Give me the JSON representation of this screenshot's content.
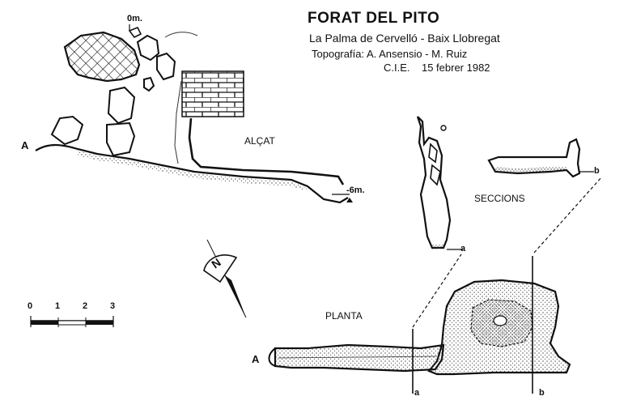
{
  "title": "FORAT DEL PITO",
  "location": "La Palma de Cervelló - Baix Llobregat",
  "survey_by": "Topografía: A. Ansensio - M. Ruiz",
  "club": "C.I.E.",
  "date": "15 febrer 1982",
  "labels": {
    "elevation": "ALÇAT",
    "sections": "SECCIONS",
    "plan": "PLANTA",
    "depth_top": "0m.",
    "depth_bottom": "-6m.",
    "point_a_elevation": "A",
    "point_a_plan": "A",
    "section_a_plan": "a",
    "section_b_plan": "b",
    "section_a_profile": "a",
    "section_b_profile": "b",
    "north": "N"
  },
  "scale": {
    "ticks": [
      "0",
      "1",
      "2",
      "3"
    ]
  },
  "colors": {
    "ink": "#111111",
    "paper": "#ffffff",
    "stipple": "#555555"
  }
}
